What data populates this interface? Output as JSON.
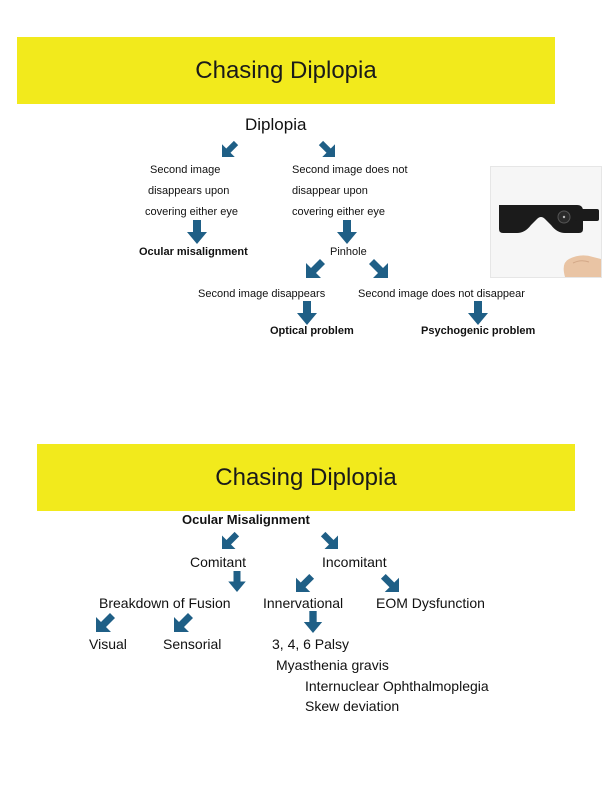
{
  "slide1": {
    "title": "Chasing Diplopia",
    "root": "Diplopia",
    "left_branch_lines": [
      "Second image",
      "disappears upon",
      "covering either eye"
    ],
    "right_branch_lines": [
      "Second image does not",
      "disappear upon",
      "covering either eye"
    ],
    "ocular_misalignment": "Ocular misalignment",
    "pinhole": "Pinhole",
    "pinhole_left": "Second image disappears",
    "pinhole_right": "Second image does not disappear",
    "optical_problem": "Optical problem",
    "psychogenic_problem": "Psychogenic problem"
  },
  "slide2": {
    "title": "Chasing Diplopia",
    "root": "Ocular Misalignment",
    "comitant": "Comitant",
    "incomitant": "Incomitant",
    "breakdown": "Breakdown of Fusion",
    "innervational": "Innervational",
    "eom": "EOM Dysfunction",
    "visual": "Visual",
    "sensorial": "Sensorial",
    "innervational_items": [
      "3, 4, 6 Palsy",
      "Myasthenia gravis",
      "Internuclear Ophthalmoplegia",
      "Skew deviation"
    ]
  },
  "colors": {
    "banner": "#f2ea1c",
    "arrow": "#1f5f86"
  },
  "icons": {
    "arrow": "block-arrow-icon",
    "photo": "pinhole-occluder-photo"
  }
}
